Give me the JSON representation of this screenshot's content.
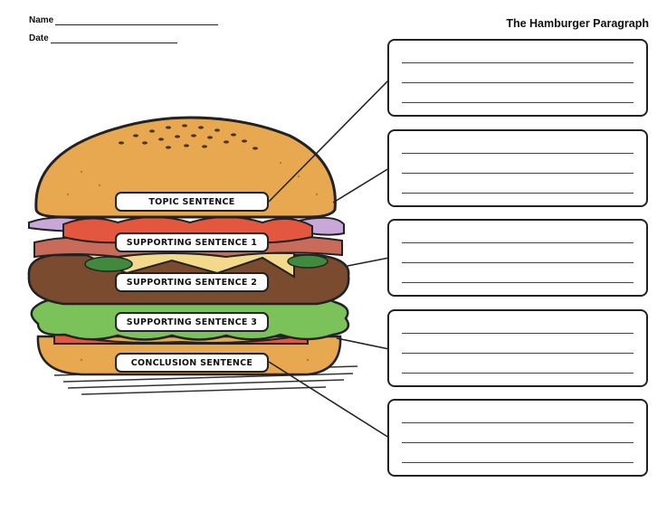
{
  "header": {
    "name_label": "Name",
    "date_label": "Date",
    "title": "The Hamburger Paragraph"
  },
  "layers": [
    {
      "label": "TOPIC SENTENCE"
    },
    {
      "label": "SUPPORTING SENTENCE 1"
    },
    {
      "label": "SUPPORTING SENTENCE 2"
    },
    {
      "label": "SUPPORTING SENTENCE 3"
    },
    {
      "label": "CONCLUSION SENTENCE"
    }
  ],
  "colors": {
    "bun": "#e7a84f",
    "tomato": "#e4573f",
    "patty": "#7a4b2e",
    "lettuce": "#7cc25b",
    "cheese": "#f3d98b"
  }
}
